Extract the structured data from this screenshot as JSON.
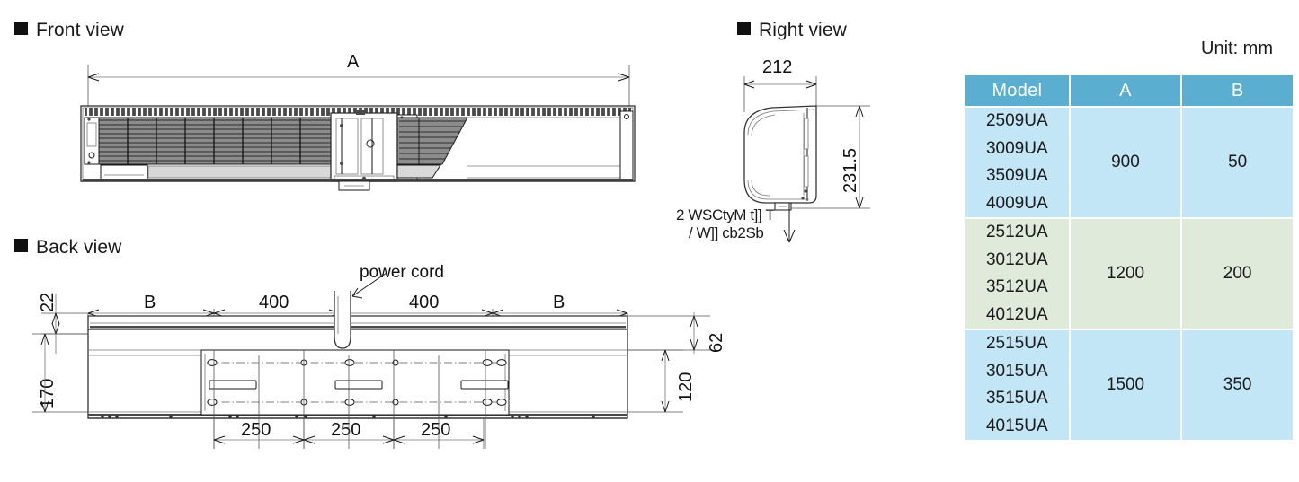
{
  "sections": {
    "front_view": "Front view",
    "back_view": "Back view",
    "right_view": "Right view"
  },
  "front_view_dims": {
    "overall_width": "A"
  },
  "right_view_dims": {
    "depth": "212",
    "height": "231.5",
    "note_line1": "2 WSCtyM t]] T",
    "note_line2": "/ W]] cb2Sb"
  },
  "back_view_dims": {
    "top_offset": "22",
    "left_height": "170",
    "left_b": "B",
    "span_left": "400",
    "span_right": "400",
    "right_b": "B",
    "right_62": "62",
    "right_120": "120",
    "bottom_1": "250",
    "bottom_2": "250",
    "bottom_3": "250",
    "power_cord_label": "power cord"
  },
  "unit_note": "Unit: mm",
  "table": {
    "headers": [
      "Model",
      "A",
      "B"
    ],
    "rows": [
      {
        "models": "2509UA\n3009UA\n3509UA\n4009UA",
        "a": "900",
        "b": "50",
        "color": "#c3e6f7"
      },
      {
        "models": "2512UA\n3012UA\n3512UA\n4012UA",
        "a": "1200",
        "b": "200",
        "color": "#dfeadb"
      },
      {
        "models": "2515UA\n3015UA\n3515UA\n4015UA",
        "a": "1500",
        "b": "350",
        "color": "#c3e6f7"
      }
    ],
    "header_color": "#5aafd0",
    "header_text_color": "#ffffff"
  }
}
